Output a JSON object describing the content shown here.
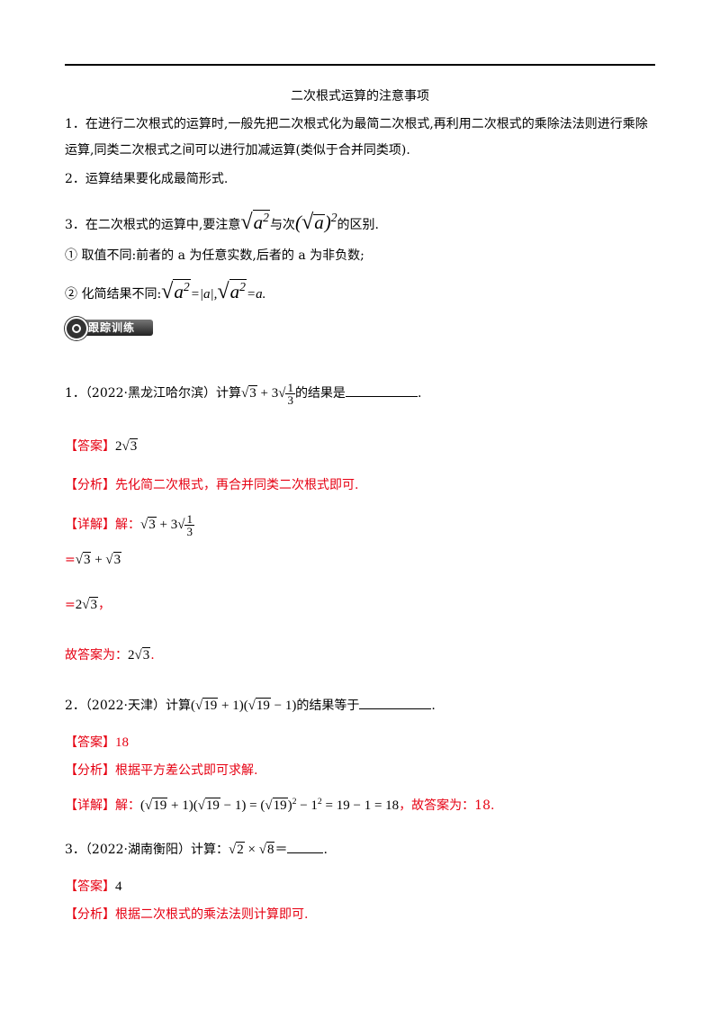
{
  "header": {
    "title": "二次根式运算的注意事项"
  },
  "notes": {
    "n1_line1": "1．在进行二次根式的运算时,一般先把二次根式化为最简二次根式,再利用二次根式的乘除法法则进行乘除",
    "n1_line2": "运算,同类二次根式之间可以进行加减运算(类似于合并同类项).",
    "n2": "2．运算结果要化成最简形式.",
    "n3_pre": "3．在二次根式的运算中,要注意",
    "n3_mid": "与次",
    "n3_post": "的区别.",
    "c1": "①  取值不同:前者的 a 为任意实数,后者的 a 为非负数;",
    "c2_pre": "②  化简结果不同:",
    "c2_eq1": "=|a|,",
    "c2_eq2": "=a."
  },
  "section_badge": {
    "label": "跟踪训练",
    "icon": "target-icon"
  },
  "q1": {
    "prompt_pre": "1．（2022·黑龙江哈尔滨）计算",
    "prompt_post": "的结果是",
    "answer_label": "【答案】",
    "analysis_label": "【分析】",
    "analysis": "先化简二次根式，再合并同类二次根式即可.",
    "detail_label": "【详解】",
    "detail_pre": "解：",
    "step_eq": "=",
    "step_comma": "，",
    "final_label": "故答案为：",
    "final_period": "."
  },
  "q2": {
    "prompt_pre": "2．（2022·天津）计算",
    "prompt_post": "的结果等于",
    "answer_label": "【答案】",
    "answer": "18",
    "analysis_label": "【分析】",
    "analysis": "根据平方差公式即可求解.",
    "detail_label": "【详解】",
    "detail_pre": "解：",
    "detail_post": "，故答案为：18."
  },
  "q3": {
    "prompt_pre": "3．（2022·湖南衡阳）计算：",
    "prompt_post": "＝",
    "answer_label": "【答案】",
    "answer": "4",
    "analysis_label": "【分析】",
    "analysis": "根据二次根式的乘法法则计算即可."
  },
  "colors": {
    "accent_red": "#e60012",
    "text": "#000000"
  }
}
